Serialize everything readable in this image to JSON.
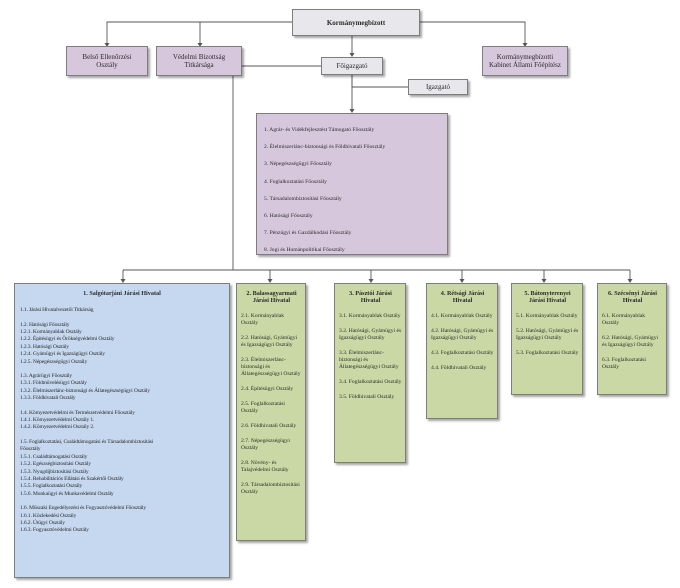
{
  "top": {
    "label": "Kormánymegbízott"
  },
  "left_units": [
    {
      "label": "Belső Ellenőrzési Osztály"
    },
    {
      "label": "Védelmi Bizottság Titkársága"
    }
  ],
  "right_unit": {
    "label": "Kormánymegbízotti Kabinet Állami Főépítész"
  },
  "foigazgato": {
    "label": "Főigazgató"
  },
  "igazgato": {
    "label": "Igazgató"
  },
  "departments": [
    "1. Agrár- és Vidékfejlesztést Támogató Főosztály",
    "2. Élelmiszerlánc-biztonsági és Földhivatali Főosztály",
    "3. Népegészségügyi Főosztály",
    "4. Foglalkoztatási Főosztály",
    "5. Társadalombiztosítási Főosztály",
    "6. Hatósági Főosztály",
    "7. Pénzügyi és Gazdálkodási Főosztály",
    "8. Jogi és Humánpolitikai Főosztály"
  ],
  "district1": {
    "title": "1. Salgótarjáni Járási Hivatal",
    "groups": [
      [
        "1.1. Járási Hivatalvezetői Titkárság"
      ],
      [
        "1.2. Hatósági Főosztály",
        "1.2.1. Kormányablak Osztály",
        "1.2.2. Építésügyi és Örökségvédelmi Osztály",
        "1.2.3. Hatósági Osztály",
        "1.2.4. Gyámügyi és Igazságügyi Osztály",
        "1.2.5. Népegészségügyi Osztály"
      ],
      [
        "1.3. Agrárügyi Főosztály",
        "1.3.1. Földművelésügyi Osztály",
        "1.3.2. Élelmiszerlánc-biztonsági és Állategészségügyi Osztály",
        "1.3.3. Földhivatali Osztály"
      ],
      [
        "1.4. Környezetvédelmi és Természetvédelmi Főosztály",
        "1.4.1. Környezetvédelmi Osztály 1.",
        "1.4.2. Környezetvédelmi Osztály 2."
      ],
      [
        "1.5.  Foglalkoztatási, Családtámogatási és Társadalombiztosítási",
        "Főosztály",
        "1.5.1. Családtámogatási Osztály",
        "1.5.2. Egészségbiztosítási Osztály",
        "1.5.3. Nyugdíjbiztosítási Osztály",
        "1.5.4. Rehabilitációs Ellátási és Szakértői Osztály",
        "1.5.5. Foglalkoztatási Osztály",
        "1.5.6. Munkaügyi és Munkavédelmi Osztály"
      ],
      [
        "1.6. Műszaki Engedélyezési és Fogyasztóvédelmi Főosztály",
        "1.6.1. Közlekedési Osztály",
        "1.6.2. Útügyi Osztály",
        "1.6.3. Fogyasztóvédelmi Osztály"
      ]
    ]
  },
  "district2": {
    "title": "2. Balassagyarmati Járási Hivatal",
    "items": [
      "2.1. Kormányablak Osztály",
      "2.2. Hatósági, Gyámügyi és Igazságügyi Osztály",
      "2.3. Élelmiszerlánc-biztonsági és Állategészségügyi Osztály",
      "2.4. Építésügyi Osztály",
      "2.5. Foglalkoztatási Osztály",
      "2.6. Földhivatali Osztály",
      "2.7. Népegészségügyi Osztály",
      "2.8. Növény- és Talajvédelmi Osztály",
      "2.9. Társadalombiztosítási Osztály"
    ]
  },
  "district3": {
    "title": "3. Pásztói Járási Hivatal",
    "items": [
      "3.1. Kormányablak Osztály",
      "3.2. Hatósági, Gyámügyi és Igazságügyi Osztály",
      "3.3. Élelmiszerlánc-biztonsági és Állategészségügyi Osztály",
      "3.4. Foglalkoztatási Osztály",
      "3.5. Földhivatali Osztály"
    ]
  },
  "district4": {
    "title": "4. Rétsági Járási Hivatal",
    "items": [
      "4.1. Kormányablak Osztály",
      "4.2. Hatósági, Gyámügyi és Igazságügyi Osztály",
      "4.3. Foglalkoztatási Osztály",
      "4.4. Földhivatali Osztály"
    ]
  },
  "district5": {
    "title": "5. Bátonyterenyei Járási Hivatal",
    "items": [
      "5.1. Kormányablak Osztály",
      "5.2. Hatósági, Gyámügyi és Igazságügyi Osztály",
      "5.3. Foglalkoztatási Osztály"
    ]
  },
  "district6": {
    "title": "6. Szécsényi Járási Hivatal",
    "items": [
      "6.1. Kormányablak Osztály",
      "6.2. Hatósági, Gyámügyi és Igazságügyi Osztály",
      "6.3. Foglalkoztatási Osztály"
    ]
  },
  "colors": {
    "gray": "#e8e8ec",
    "purple": "#d6c7dc",
    "blue": "#c6d8ef",
    "green": "#c9d8a4",
    "line": "#555555"
  }
}
